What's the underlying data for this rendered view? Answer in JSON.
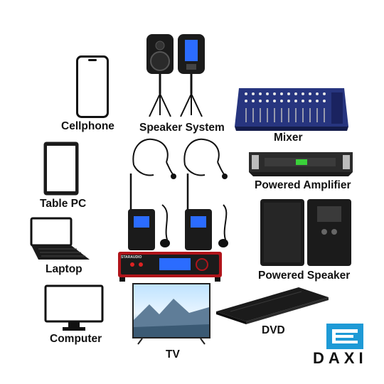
{
  "labels": {
    "cellphone": "Cellphone",
    "speaker_system": "Speaker System",
    "mixer": "Mixer",
    "table_pc": "Table PC",
    "powered_amplifier": "Powered Amplifier",
    "laptop": "Laptop",
    "powered_speaker": "Powered Speaker",
    "computer": "Computer",
    "dvd": "DVD",
    "tv": "TV"
  },
  "brand": {
    "name": "DAXI",
    "accent_color": "#1e9ad6"
  },
  "receiver_brand": "STARAUDIO",
  "colors": {
    "device_dark": "#1b1b1b",
    "receiver_red": "#b0141a",
    "screen_blue": "#2b6cff",
    "mixer_blue": "#27357f"
  }
}
